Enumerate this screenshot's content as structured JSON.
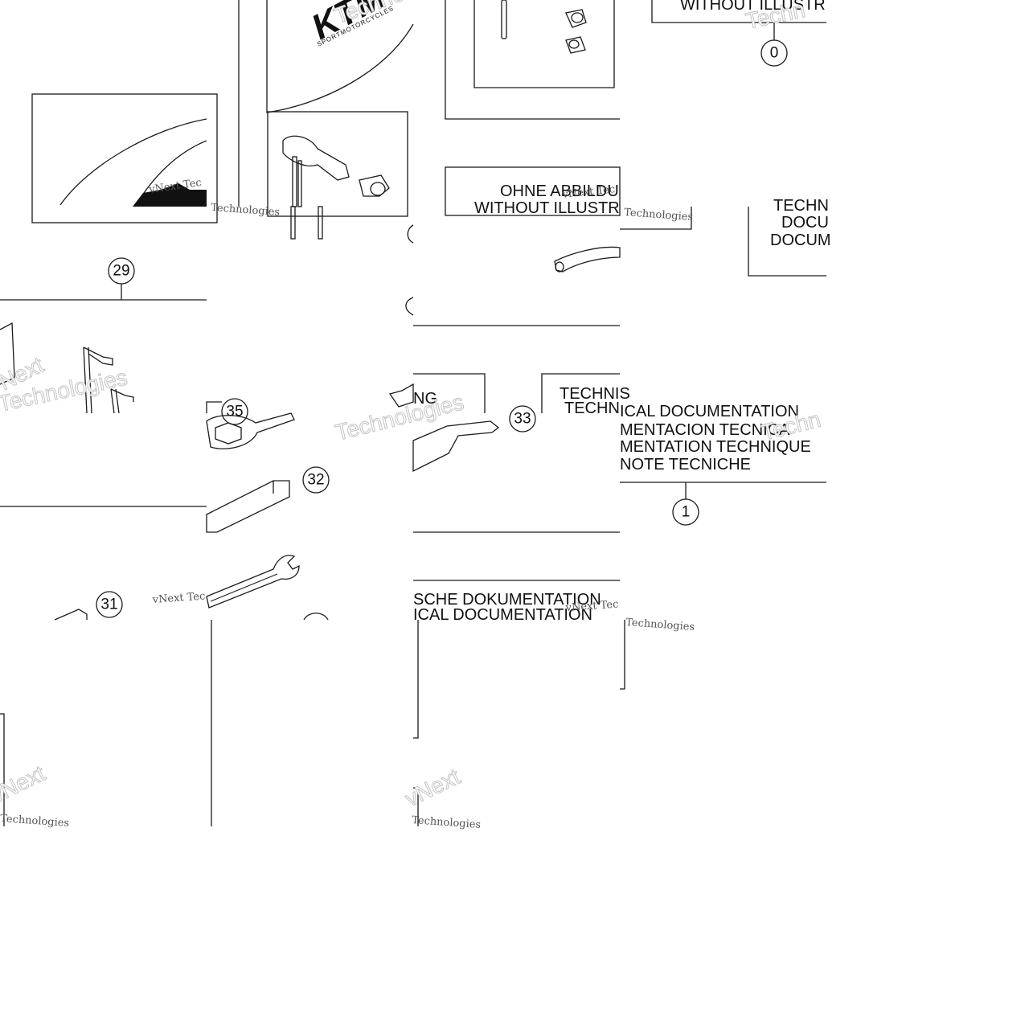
{
  "diagram": {
    "callouts": [
      {
        "id": "c0",
        "label": "0"
      },
      {
        "id": "c1",
        "label": "1"
      },
      {
        "id": "c29",
        "label": "29"
      },
      {
        "id": "c31",
        "label": "31"
      },
      {
        "id": "c32",
        "label": "32"
      },
      {
        "id": "c33",
        "label": "33"
      },
      {
        "id": "c35",
        "label": "35"
      }
    ],
    "doc_box_top": {
      "line1": "WITHOUT ILLUSTR"
    },
    "doc_box_mid": {
      "line1": "OHNE ABBILDU",
      "line2": "WITHOUT ILLUSTR"
    },
    "doc_box_right_small": {
      "line1": "TECHN",
      "line2": "DOCU",
      "line3": "DOCUM"
    },
    "doc_box_center": {
      "line1": "TECHNIS",
      "line2": "TECHN"
    },
    "doc_box_small_left": {
      "line1": "NG"
    },
    "doc_box_big": {
      "line1": "ICAL DOCUMENTATION",
      "line2": "MENTACION TECNICA",
      "line3": "MENTATION TECHNIQUE",
      "line4": "NOTE TECNICHE"
    },
    "doc_box_bottom": {
      "line1": "SCHE DOKUMENTATION",
      "line2": "ICAL DOCUMENTATION"
    },
    "brand_text": "KTM",
    "brand_subtext": "SPORTMOTORCYCLES",
    "watermarks": {
      "vnext": "vNext",
      "technologies": "Technologies",
      "vnext_tec": "vNext Tec",
      "techno": "Techno",
      "tecnn": "Techn"
    }
  }
}
